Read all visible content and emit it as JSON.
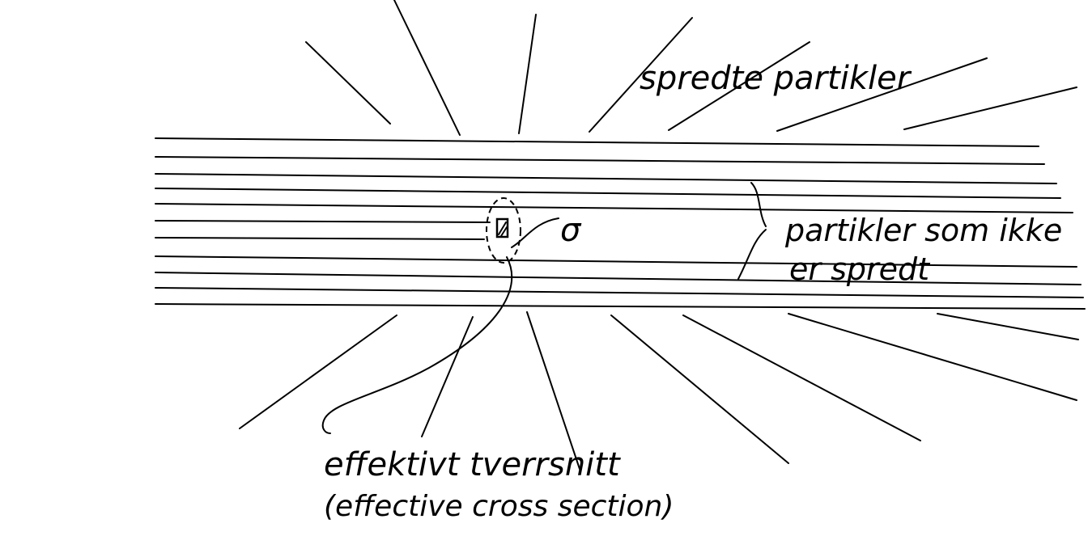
{
  "labels": {
    "scattered": "spredte partikler",
    "unscattered_line1": "partikler som ikke",
    "unscattered_line2": "er spredt",
    "sigma": "σ",
    "cross_section_no": "effektivt  tverrsnitt",
    "cross_section_en": "(effective cross section)"
  },
  "colors": {
    "ink": "#000000",
    "background": "#ffffff"
  }
}
